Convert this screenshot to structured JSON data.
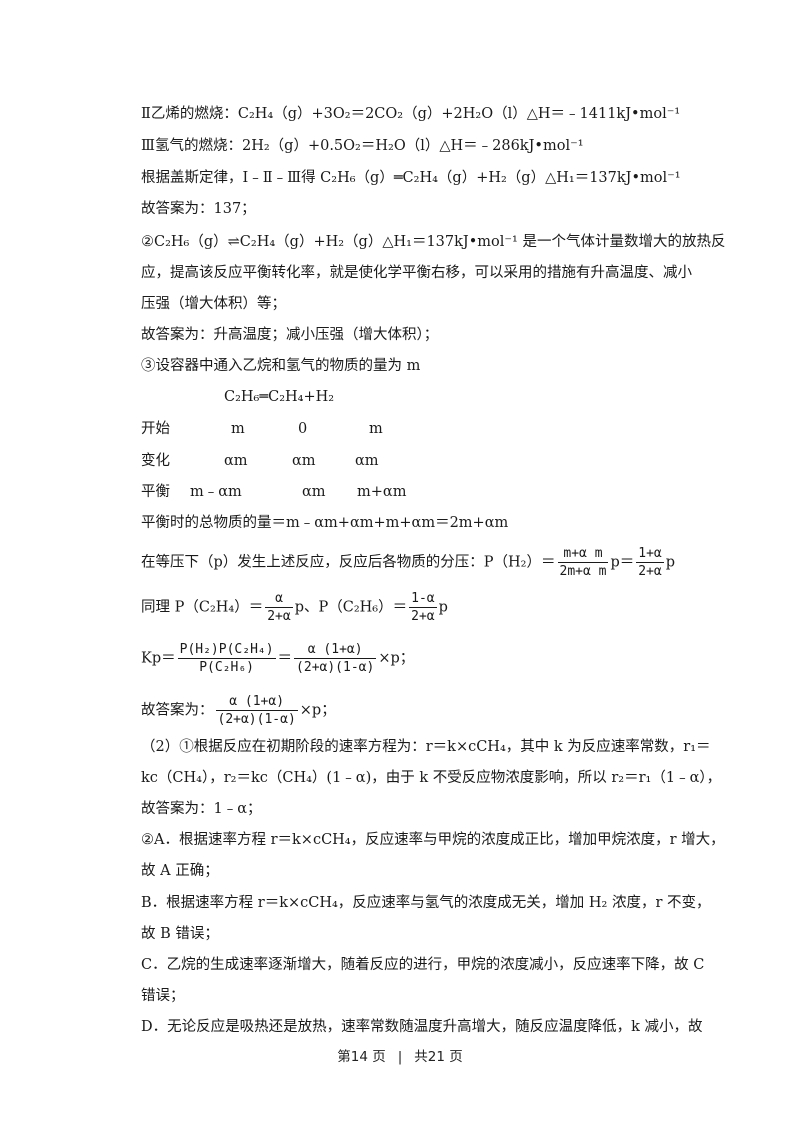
{
  "lines": {
    "l01": "Ⅱ乙烯的燃烧：C₂H₄（g）+3O₂＝2CO₂（g）+2H₂O（l）△H＝﹣1411kJ•mol⁻¹",
    "l02": "Ⅲ氢气的燃烧：2H₂（g）+0.5O₂＝H₂O（l）△H＝﹣286kJ•mol⁻¹",
    "l03": "根据盖斯定律，Ⅰ﹣Ⅱ﹣Ⅲ得 C₂H₆（g）═C₂H₄（g）+H₂（g）△H₁＝137kJ•mol⁻¹",
    "l04": "故答案为：137；",
    "l05": "②C₂H₆（g）⇌C₂H₄（g）+H₂（g）△H₁＝137kJ•mol⁻¹ 是一个气体计量数增大的放热反",
    "l06": "应，提高该反应平衡转化率，就是使化学平衡右移，可以采用的措施有升高温度、减小",
    "l07": "压强（增大体积）等；",
    "l08": "故答案为：升高温度；减小压强（增大体积）；",
    "l09": "③设容器中通入乙烷和氢气的物质的量为 m",
    "l10": "C₂H₆═C₂H₄+H₂",
    "l14": "平衡时的总物质的量＝m﹣αm+αm+m+αm＝2m+αm",
    "l15a": "在等压下（p）发生上述反应，反应后各物质的分压：P（H₂）＝",
    "l15b": "p＝",
    "l15c": "p",
    "l16a": "同理 P（C₂H₄）＝",
    "l16b": "p、P（C₂H₆）＝",
    "l16c": "p",
    "l17a": "Kp＝",
    "l17b": "＝",
    "l17c": "×p；",
    "l18a": "故答案为：",
    "l18b": "×p；",
    "l19": "（2）①根据反应在初期阶段的速率方程为：r＝k×cCH₄，其中 k 为反应速率常数，r₁＝",
    "l20": "kc（CH₄），r₂＝kc（CH₄）(1﹣α)，由于 k 不受反应物浓度影响，所以 r₂＝r₁（1﹣α），",
    "l21": "故答案为：1﹣α；",
    "l22": "②A．根据速率方程 r＝k×cCH₄，反应速率与甲烷的浓度成正比，增加甲烷浓度，r 增大，",
    "l23": "故 A 正确；",
    "l24": "B．根据速率方程 r＝k×cCH₄，反应速率与氢气的浓度成无关，增加 H₂ 浓度，r 不变，",
    "l25": "故 B 错误；",
    "l26": "C．乙烷的生成速率逐渐增大，随着反应的进行，甲烷的浓度减小，反应速率下降，故 C",
    "l27": "错误；",
    "l28": "D．无论反应是吸热还是放热，速率常数随温度升高增大，随反应温度降低，k 减小，故"
  },
  "table": {
    "row1_label": "开始",
    "row1_c1": "m",
    "row1_c2": "0",
    "row1_c3": "m",
    "row2_label": "变化",
    "row2_c1": "αm",
    "row2_c2": "αm",
    "row2_c3": "αm",
    "row3_label": "平衡",
    "row3_c1": "m﹣αm",
    "row3_c2": "αm",
    "row3_c3": "m+αm"
  },
  "fractions": {
    "f1_num": "m+α m",
    "f1_den": "2m+α m",
    "f2_num": "1+α",
    "f2_den": "2+α",
    "f3_num": "α",
    "f3_den": "2+α",
    "f4_num": "1-α",
    "f4_den": "2+α",
    "f5_num": "P(H₂)P(C₂H₄)",
    "f5_den": "P(C₂H₆)",
    "f6_num": "α (1+α)",
    "f6_den": "(2+α)(1-α)",
    "f7_num": "α (1+α)",
    "f7_den": "(2+α)(1-α)"
  },
  "footer": {
    "page": "第14 页",
    "sep": "|",
    "total": "共21 页"
  }
}
